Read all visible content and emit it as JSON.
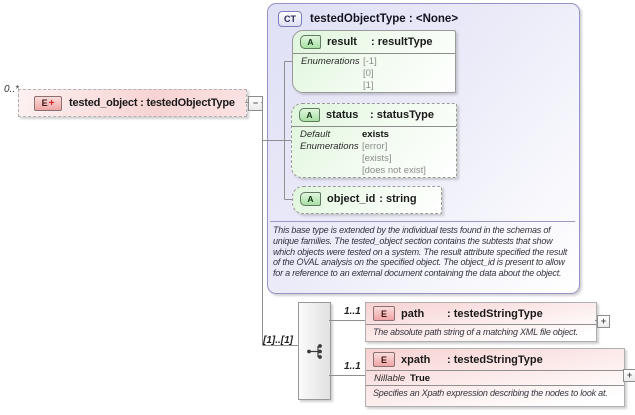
{
  "diagram": {
    "source": {
      "multiplicity": "0..*",
      "icon": "E",
      "icon_plus": "+",
      "label": "tested_object : testedObjectType",
      "collapse": "−"
    },
    "complex_type": {
      "icon": "CT",
      "title": "testedObjectType : <None>",
      "attributes": [
        {
          "icon": "A",
          "name": "result",
          "type": ": resultType",
          "facets": [
            {
              "label": "Enumerations",
              "values": [
                "[-1]",
                "[0]",
                "[1]"
              ]
            }
          ]
        },
        {
          "icon": "A",
          "name": "status",
          "type": ": statusType",
          "facets": [
            {
              "label": "Default",
              "values": [
                "exists"
              ]
            },
            {
              "label": "Enumerations",
              "values": [
                "[error]",
                "[exists]",
                "[does not exist]"
              ]
            }
          ]
        },
        {
          "icon": "A",
          "name": "object_id",
          "type": ": string"
        }
      ],
      "documentation": "This base type is extended by the individual tests found in the schemas of unique families.  The tested_object section contains the subtests that show which objects were tested on a system. The result attribute specified the result of the OVAL analysis on the specified object. The object_id is present to allow for a reference to an external document containing the data about the object."
    },
    "content_model": {
      "multiplicity": "[1]..[1]",
      "icon": "sequence",
      "children": [
        {
          "multiplicity": "1..1",
          "icon": "E",
          "name": "path",
          "type": ": testedStringType",
          "documentation": "The absolute path string of a matching XML file object.",
          "expand": "+"
        },
        {
          "multiplicity": "1..1",
          "icon": "E",
          "name": "xpath",
          "type": ": testedStringType",
          "nillable_label": "Nillable",
          "nillable_value": "True",
          "documentation": "Specifies an Xpath expression describing the nodes to look at.",
          "expand": "+"
        }
      ]
    }
  }
}
